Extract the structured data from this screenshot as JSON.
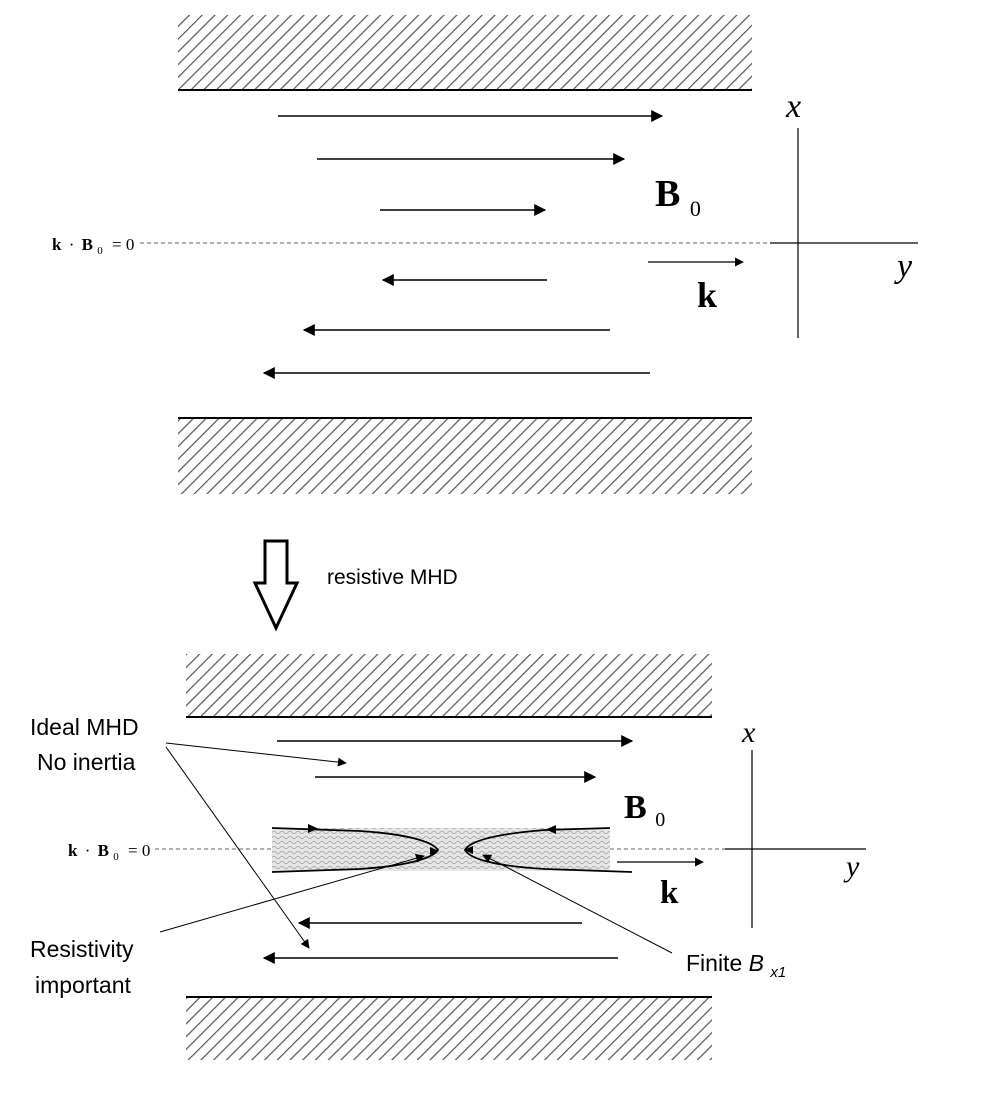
{
  "colors": {
    "ink": "#000000",
    "hatch": "#555555",
    "dash": "#666666",
    "shade": "#c8c8c8"
  },
  "top_panel": {
    "resonant_label": {
      "k": "k",
      "dot": "·",
      "B": "B",
      "sub": "0",
      "eq": "= 0"
    },
    "field_label": {
      "main": "B",
      "sub": "0"
    },
    "k_label": "k",
    "axis_x": "x",
    "axis_y": "y"
  },
  "transition": {
    "label": "resistive MHD"
  },
  "bottom_panel": {
    "resonant_label": {
      "k": "k",
      "dot": "·",
      "B": "B",
      "sub": "0",
      "eq": "= 0"
    },
    "field_label": {
      "main": "B",
      "sub": "0"
    },
    "k_label": "k",
    "axis_x": "x",
    "axis_y": "y",
    "ideal_line1": "Ideal MHD",
    "ideal_line2": "No inertia",
    "resist_line1": "Resistivity",
    "resist_line2": "important",
    "finite_text": "Finite ",
    "finite_var": "B",
    "finite_sub": "x1"
  }
}
